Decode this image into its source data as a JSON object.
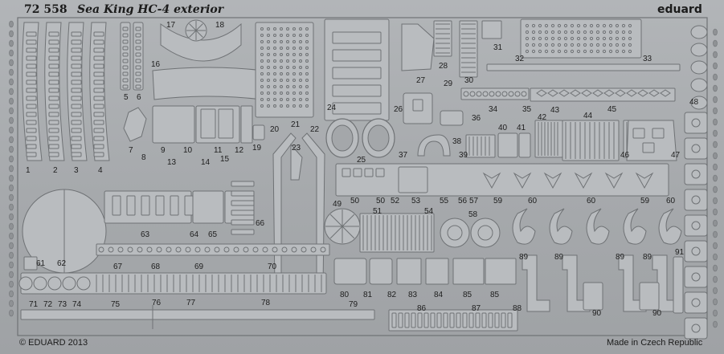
{
  "sheet": {
    "product_code": "72 558",
    "title": "Sea King HC-4 exterior",
    "brand": "eduard",
    "copyright": "© EDUARD 2013",
    "origin": "Made in Czech Republic"
  },
  "part_numbers": [
    "1",
    "2",
    "3",
    "4",
    "5",
    "6",
    "7",
    "8",
    "9",
    "10",
    "11",
    "12",
    "13",
    "14",
    "15",
    "16",
    "17",
    "18",
    "19",
    "20",
    "21",
    "22",
    "23",
    "24",
    "25",
    "26",
    "27",
    "28",
    "29",
    "30",
    "31",
    "32",
    "33",
    "34",
    "35",
    "36",
    "37",
    "38",
    "39",
    "40",
    "41",
    "42",
    "43",
    "44",
    "45",
    "46",
    "47",
    "48",
    "49",
    "50",
    "50",
    "51",
    "52",
    "53",
    "54",
    "55",
    "56",
    "57",
    "58",
    "59",
    "59",
    "60",
    "60",
    "60",
    "61",
    "62",
    "63",
    "64",
    "65",
    "66",
    "67",
    "68",
    "69",
    "70",
    "71",
    "72",
    "73",
    "74",
    "75",
    "76",
    "77",
    "78",
    "79",
    "80",
    "81",
    "82",
    "83",
    "84",
    "85",
    "85",
    "86",
    "87",
    "88",
    "89",
    "89",
    "89",
    "89",
    "90",
    "90",
    "91"
  ],
  "colors": {
    "sheet_background": "#a9acaf",
    "part_fill": "#b9bcbf",
    "part_outline": "#6f7275",
    "text": "#1b1b1b"
  }
}
